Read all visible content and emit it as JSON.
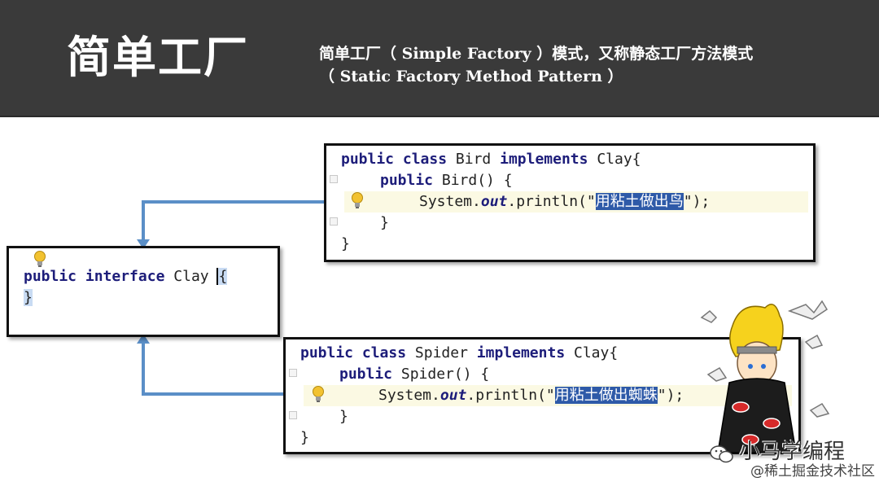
{
  "header": {
    "title": "简单工厂",
    "subtitle_line1": "简单工厂（ Simple Factory ）模式，又称静态工厂方法模式",
    "subtitle_line2": "（ Static Factory Method Pattern ）"
  },
  "code": {
    "bird": {
      "kw_public": "public",
      "kw_class": "class",
      "class_name": "Bird",
      "kw_implements": "implements",
      "iface": "Clay{",
      "ctor_public": "public",
      "ctor": "Bird() {",
      "stmt_prefix": "System.",
      "stmt_field": "out",
      "stmt_call": ".println(\"",
      "stmt_string": "用粘土做出鸟",
      "stmt_suffix": "\");",
      "close_inner": "}",
      "close_outer": "}"
    },
    "clay": {
      "kw_public": "public",
      "kw_interface": "interface",
      "name": "Clay",
      "open_brace": "{",
      "close_brace": "}"
    },
    "spider": {
      "kw_public": "public",
      "kw_class": "class",
      "class_name": "Spider",
      "kw_implements": "implements",
      "iface": "Clay{",
      "ctor_public": "public",
      "ctor": "Spider() {",
      "stmt_prefix": "System.",
      "stmt_field": "out",
      "stmt_call": ".println(\"",
      "stmt_string": "用粘土做出蜘蛛",
      "stmt_suffix": "\");",
      "close_inner": "}",
      "close_outer": "}"
    }
  },
  "watermark": {
    "line1": "小马学编程",
    "line2": "@稀土掘金技术社区"
  },
  "colors": {
    "header_bg": "#3a3a3a",
    "keyword": "#1d1d7a",
    "arrow": "#5b8fc7",
    "selection": "#2e5aa8"
  },
  "icons": [
    "lightbulb-icon",
    "wechat-icon",
    "mascot-illustration",
    "bird-doodle-icon"
  ]
}
